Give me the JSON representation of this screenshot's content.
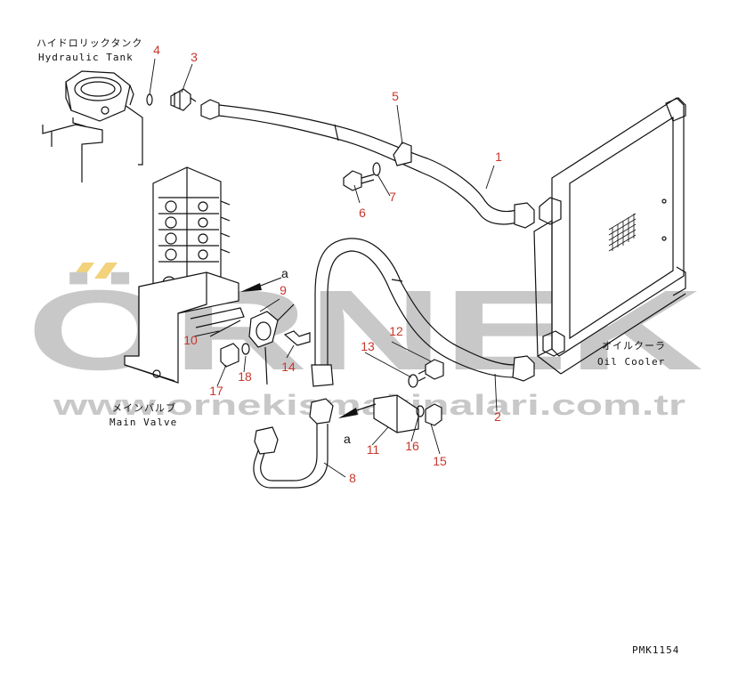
{
  "labels": {
    "hydraulic_tank_jp": "ハイドロリックタンク",
    "hydraulic_tank_en": "Hydraulic Tank",
    "main_valve_jp": "メインバルブ",
    "main_valve_en": "Main Valve",
    "oil_cooler_jp": "オイルクーラ",
    "oil_cooler_en": "Oil Cooler",
    "ref_a_top": "a",
    "ref_a_bottom": "a",
    "drawing_code": "PMK1154"
  },
  "watermark": {
    "main": "ÖRNEK",
    "sub": "www.ornekismakinalari.com.tr",
    "text_color": "#c8c8c8",
    "accent_color": "#f2d27a"
  },
  "callouts": [
    "1",
    "2",
    "3",
    "4",
    "5",
    "6",
    "7",
    "8",
    "9",
    "10",
    "11",
    "12",
    "13",
    "14",
    "15",
    "16",
    "17",
    "18"
  ],
  "callout_color": "#c8372d"
}
